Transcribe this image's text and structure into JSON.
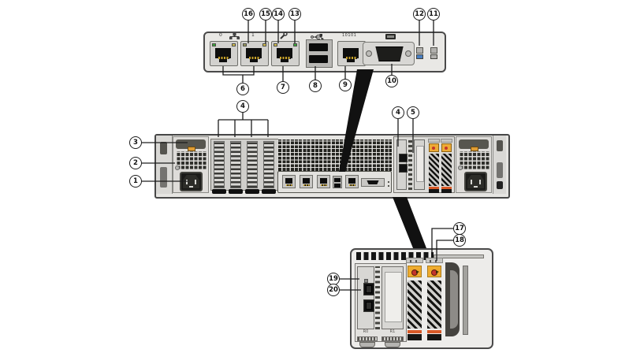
{
  "figure": {
    "type": "hardware-rear-panel-callout-diagram",
    "subject": "2U rack server rear view with magnified I/O panel and rear I/O module"
  },
  "colors": {
    "background": "#ffffff",
    "chassis": "#e6e5e2",
    "outline": "#4a4a4a",
    "vent_dark": "#23231f",
    "accent_orange": "#efac2f",
    "latch_red": "#c5352c",
    "psu_clip_orange": "#df9c33",
    "drive_strip_orange": "#d85a28",
    "led_green": "#3aa83a",
    "led_amber": "#d6c050",
    "gold_pins": "#c9a227",
    "blue_icon": "#4a7fc1",
    "wedge": "#111111"
  },
  "io_panel": {
    "labels": {
      "net0": "0",
      "net1": "1",
      "serial": "10101"
    },
    "icons": [
      "lan-icon",
      "wrench-icon",
      "usb-icon",
      "monitor-icon",
      "blue-port-icon",
      "gray-port-icon"
    ],
    "callouts_led": [
      "16",
      "15",
      "14",
      "13"
    ],
    "callouts_right": [
      "12",
      "11"
    ],
    "callouts_ports": [
      "6",
      "7",
      "8",
      "9",
      "10"
    ]
  },
  "server_rear": {
    "callouts_psu": [
      "3",
      "2",
      "1"
    ],
    "callout_pcie_slots": "4",
    "callouts_right_slots": [
      "4",
      "5"
    ]
  },
  "rear_io_module": {
    "slot_labels": [
      "R0",
      "R1"
    ],
    "callouts_drives": [
      "17",
      "18"
    ],
    "callouts_ports": [
      "19",
      "20"
    ]
  }
}
